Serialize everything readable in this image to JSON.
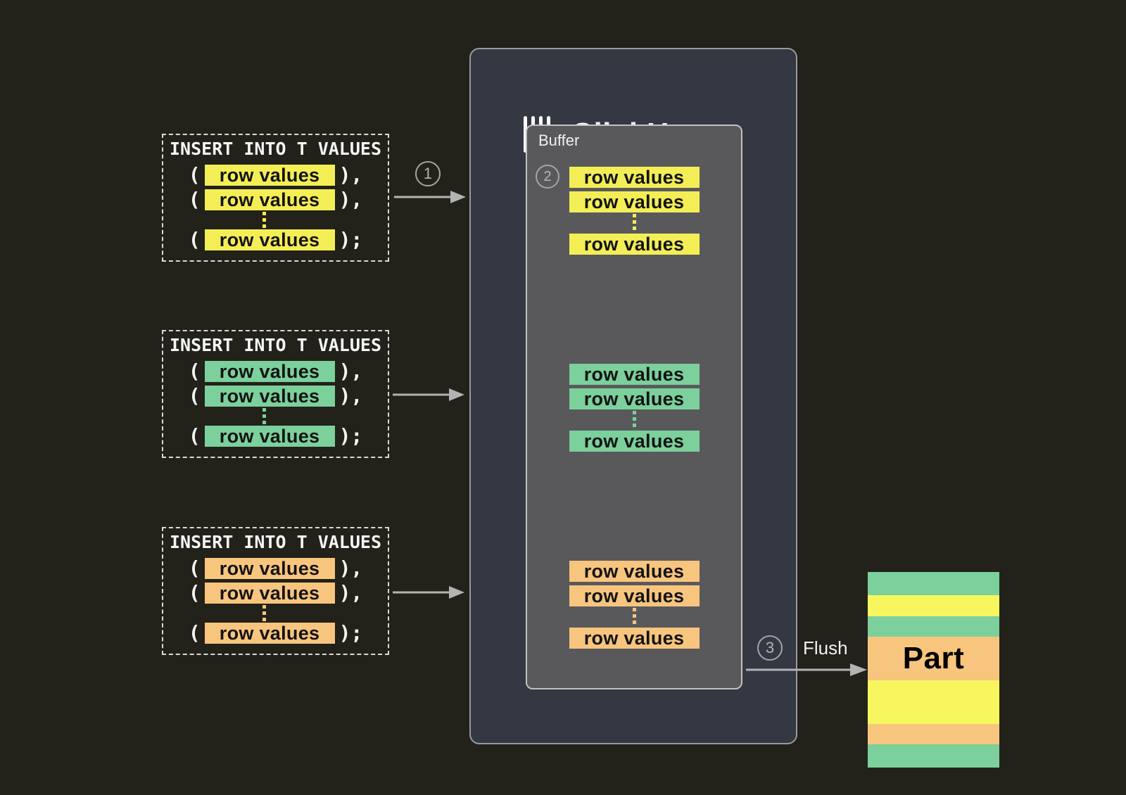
{
  "page": {
    "background": "#22211a"
  },
  "colors": {
    "yellow": "#f4ee56",
    "green": "#7bd09c",
    "orange": "#f8c57e",
    "panel_fill": "#343843",
    "panel_border": "#9a9a9a",
    "buffer_fill": "#59595b",
    "buffer_border": "#c2c2c2",
    "arrow_gray": "#b3b3b3"
  },
  "inserts": [
    {
      "header": "INSERT INTO T VALUES",
      "open": "(",
      "comma": "),",
      "semi": ");",
      "rows": [
        "row values",
        "row values",
        "row values"
      ],
      "color": "#f4ee56"
    },
    {
      "header": "INSERT INTO T VALUES",
      "open": "(",
      "comma": "),",
      "semi": ");",
      "rows": [
        "row values",
        "row values",
        "row values"
      ],
      "color": "#7bd09c"
    },
    {
      "header": "INSERT INTO T VALUES",
      "open": "(",
      "comma": "),",
      "semi": ");",
      "rows": [
        "row values",
        "row values",
        "row values"
      ],
      "color": "#f8c57e"
    }
  ],
  "badges": [
    "1",
    "2",
    "3"
  ],
  "clickhouse": {
    "title": "ClickHouse"
  },
  "buffer": {
    "label": "Buffer",
    "groups": [
      {
        "color": "#f4ee56",
        "rows": [
          "row values",
          "row values",
          "row values"
        ]
      },
      {
        "color": "#7bd09c",
        "rows": [
          "row values",
          "row values",
          "row values"
        ]
      },
      {
        "color": "#f8c57e",
        "rows": [
          "row values",
          "row values",
          "row values"
        ]
      }
    ]
  },
  "flush": {
    "label": "Flush"
  },
  "part": {
    "label": "Part",
    "stripes": [
      "#7bd09c",
      "#f7f65e",
      "#7bd09c",
      "#f8c57e",
      "#f7f65e",
      "#f8c57e",
      "#7bd09c"
    ]
  }
}
